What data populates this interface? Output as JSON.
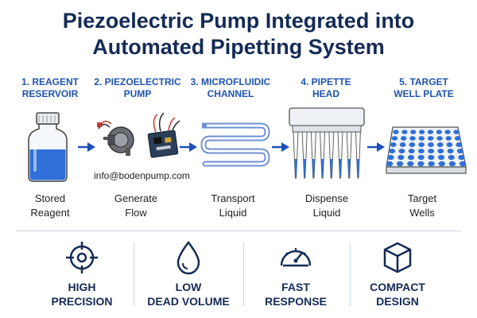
{
  "title_line1": "Piezoelectric Pump Integrated into",
  "title_line2": "Automated Pipetting System",
  "steps": [
    {
      "title_line1": "1. REAGENT",
      "title_line2": "RESERVOIR",
      "desc_line1": "Stored",
      "desc_line2": "Reagent"
    },
    {
      "title_line1": "2. PIEZOELECTRIC",
      "title_line2": "PUMP",
      "desc_line1": "Generate",
      "desc_line2": "Flow"
    },
    {
      "title_line1": "3. MICROFLUIDIC",
      "title_line2": "CHANNEL",
      "desc_line1": "Transport",
      "desc_line2": "Liquid"
    },
    {
      "title_line1": "4. PIPETTE",
      "title_line2": "HEAD",
      "desc_line1": "Dispense",
      "desc_line2": "Liquid"
    },
    {
      "title_line1": "5. TARGET",
      "title_line2": "WELL PLATE",
      "desc_line1": "Target",
      "desc_line2": "Wells"
    }
  ],
  "email": "info@bodenpump.com",
  "features": [
    {
      "line1": "HIGH",
      "line2": "PRECISION",
      "icon": "crosshair-icon"
    },
    {
      "line1": "LOW",
      "line2": "DEAD VOLUME",
      "icon": "droplet-icon"
    },
    {
      "line1": "FAST",
      "line2": "RESPONSE",
      "icon": "gauge-icon"
    },
    {
      "line1": "COMPACT",
      "line2": "DESIGN",
      "icon": "cube-icon"
    }
  ],
  "colors": {
    "navy": "#142b56",
    "accent_blue": "#1f54b0",
    "liquid_blue": "#2e6fd8",
    "arrow_blue": "#1d4fb8"
  }
}
